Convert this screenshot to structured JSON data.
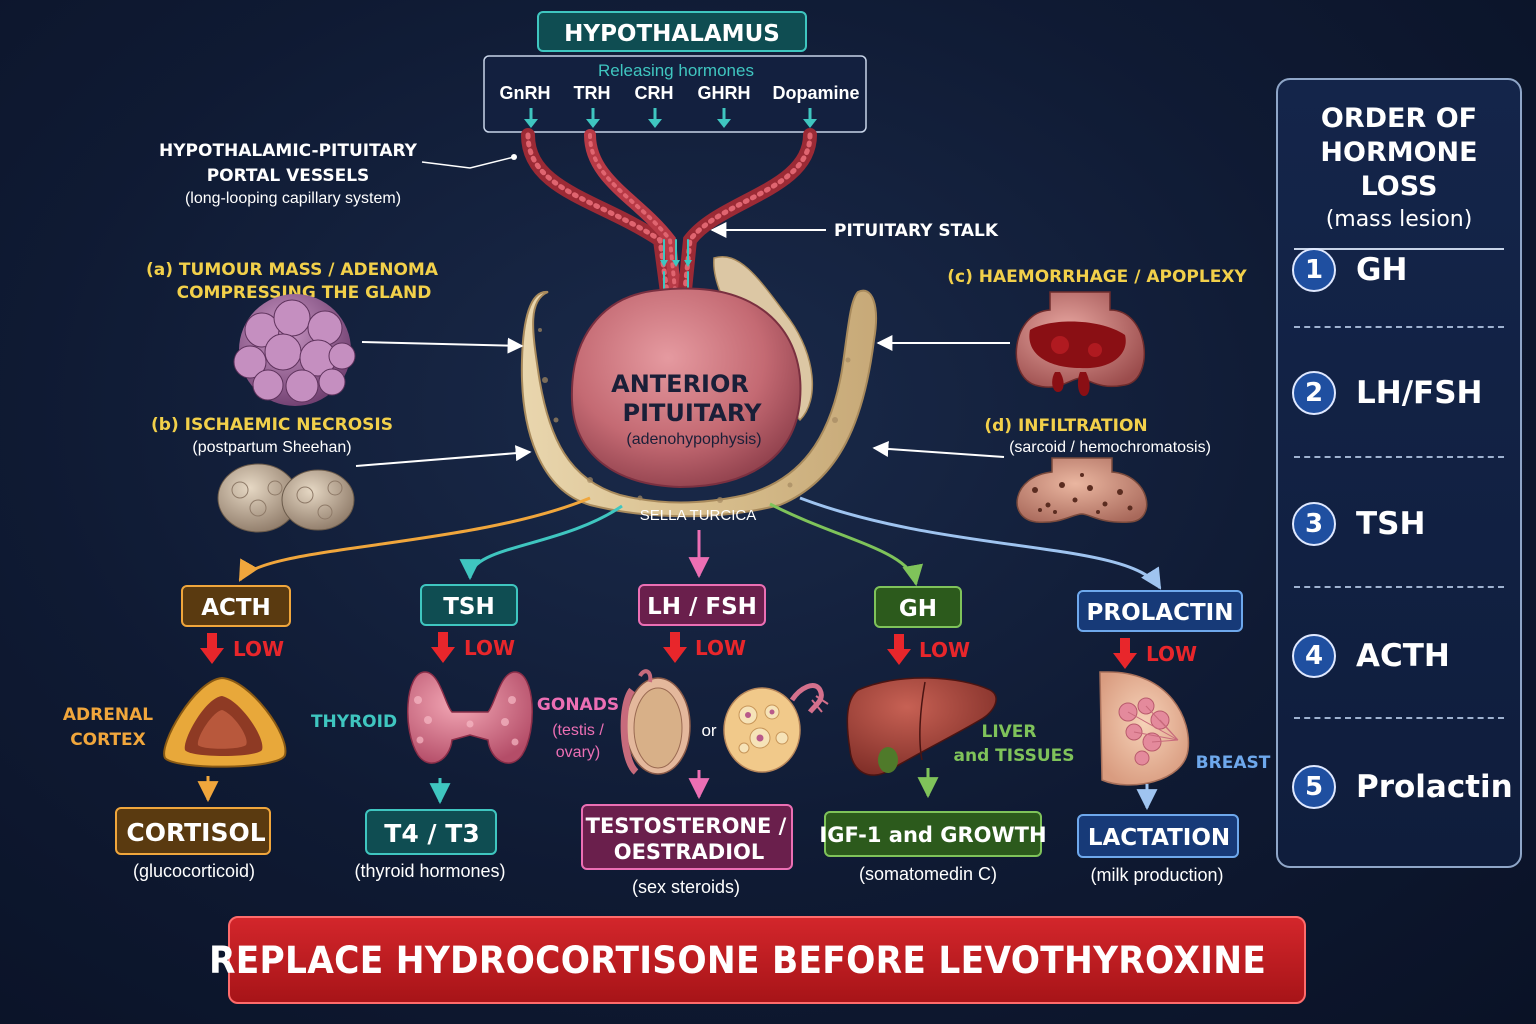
{
  "hypothalamus": {
    "title": "HYPOTHALAMUS",
    "releasing_title": "Releasing hormones",
    "releasing_hormones": [
      "GnRH",
      "TRH",
      "CRH",
      "GHRH",
      "Dopamine"
    ]
  },
  "portal_vessels": {
    "title_line1": "HYPOTHALAMIC-PITUITARY",
    "title_line2": "PORTAL VESSELS",
    "subtitle": "(long-looping capillary system)"
  },
  "stalk_label": "PITUITARY STALK",
  "sella_label": "SELLA TURCICA",
  "pituitary": {
    "line1": "ANTERIOR",
    "line2": "PITUITARY",
    "line3": "(adenohypophysis)"
  },
  "causes": {
    "a_line1": "(a)  TUMOUR MASS / ADENOMA",
    "a_line2": "COMPRESSING THE GLAND",
    "b_line1": "(b)  ISCHAEMIC NECROSIS",
    "b_line2": "(postpartum Sheehan)",
    "c_line1": "(c)  HAEMORRHAGE / APOPLEXY",
    "d_line1": "(d)  INFILTRATION",
    "d_line2": "(sarcoid / hemochromatosis)"
  },
  "low_label": "LOW",
  "axes": [
    {
      "hormone": "ACTH",
      "target_line1": "ADRENAL",
      "target_line2": "CORTEX",
      "product": "CORTISOL",
      "product_line2": "",
      "product_sub": "(glucocorticoid)",
      "color": "#f0a63c",
      "box_fill": "#5a3a10"
    },
    {
      "hormone": "TSH",
      "target_line1": "THYROID",
      "target_line2": "",
      "product": "T4 / T3",
      "product_line2": "",
      "product_sub": "(thyroid hormones)",
      "color": "#3fc6c0",
      "box_fill": "#0f4d52"
    },
    {
      "hormone": "LH / FSH",
      "target_line1": "GONADS",
      "target_line2": "(testis /",
      "target_line3": "ovary)",
      "or_label": "or",
      "product": "TESTOSTERONE /",
      "product_line2": "OESTRADIOL",
      "product_sub": "(sex steroids)",
      "color": "#ec6fb4",
      "box_fill": "#6a1f4c"
    },
    {
      "hormone": "GH",
      "target_line1": "LIVER",
      "target_line2": "and TISSUES",
      "product": "IGF-1 and GROWTH",
      "product_line2": "",
      "product_sub": "(somatomedin C)",
      "color": "#7fc35a",
      "box_fill": "#2c5a1c"
    },
    {
      "hormone": "PROLACTIN",
      "target_line1": "BREAST",
      "target_line2": "",
      "product": "LACTATION",
      "product_line2": "",
      "product_sub": "(milk production)",
      "color": "#6ea8ec",
      "box_fill": "#173a78"
    }
  ],
  "order_panel": {
    "title_line1": "ORDER OF",
    "title_line2": "HORMONE LOSS",
    "subtitle": "(mass lesion)",
    "items": [
      {
        "number": "1",
        "label": "GH"
      },
      {
        "number": "2",
        "label": "LH/FSH"
      },
      {
        "number": "3",
        "label": "TSH"
      },
      {
        "number": "4",
        "label": "ACTH"
      },
      {
        "number": "5",
        "label": "Prolactin"
      }
    ]
  },
  "warning": {
    "text": "REPLACE HYDROCORTISONE BEFORE LEVOTHYROXINE"
  },
  "colors": {
    "background": "#0f1a33",
    "accent_teal": "#3fc6c0",
    "low_red": "#e8262b",
    "cause_yellow": "#f2d04a",
    "warning_red": "#c01d22"
  }
}
